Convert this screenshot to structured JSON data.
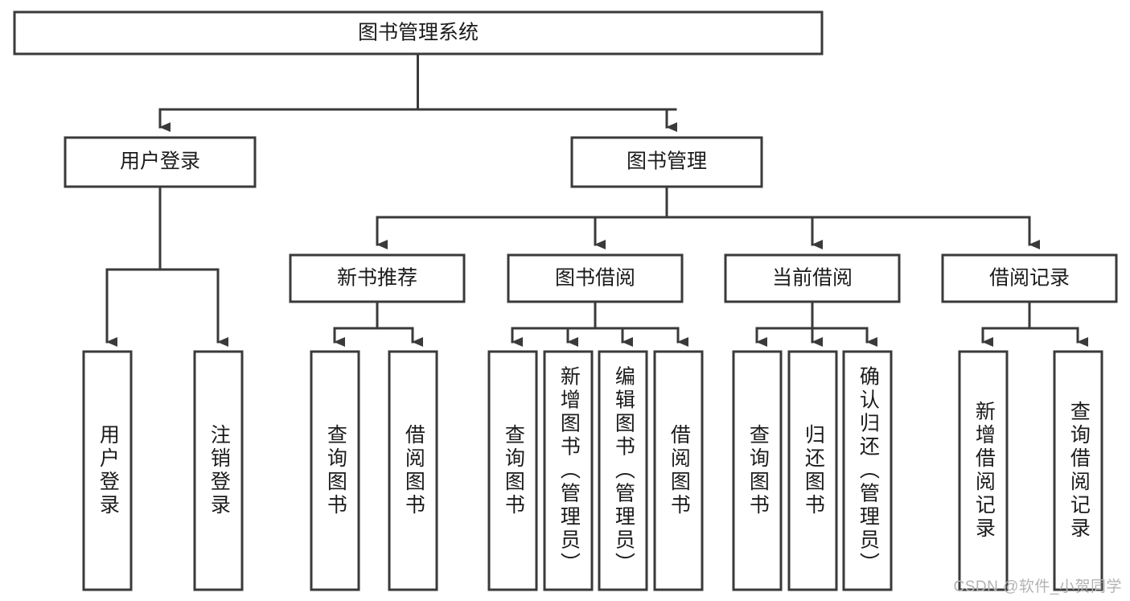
{
  "diagram": {
    "title": "图书管理系统",
    "type": "tree",
    "orientation": "top-down",
    "colors": {
      "stroke": "#3a3a3a",
      "fill": "#ffffff",
      "text": "#1b1b1b",
      "watermark": "#b3b3b3",
      "background": "#ffffff"
    },
    "nodes": {
      "root": {
        "label": "图书管理系统",
        "level": 0,
        "text_orientation": "horizontal"
      },
      "level2": [
        {
          "id": "user-login",
          "label": "用户登录",
          "text_orientation": "horizontal"
        },
        {
          "id": "book-management",
          "label": "图书管理",
          "text_orientation": "horizontal"
        }
      ],
      "level3": [
        {
          "id": "new-book-recommend",
          "label": "新书推荐",
          "parent": "book-management",
          "text_orientation": "horizontal"
        },
        {
          "id": "book-borrow",
          "label": "图书借阅",
          "parent": "book-management",
          "text_orientation": "horizontal"
        },
        {
          "id": "current-borrow",
          "label": "当前借阅",
          "parent": "book-management",
          "text_orientation": "horizontal"
        },
        {
          "id": "borrow-record",
          "label": "借阅记录",
          "parent": "book-management",
          "text_orientation": "horizontal"
        }
      ],
      "leaves": [
        {
          "id": "leaf-user-login",
          "label": "用户登录",
          "parent": "user-login",
          "text_orientation": "vertical"
        },
        {
          "id": "leaf-user-logout",
          "label": "注销登录",
          "parent": "user-login",
          "text_orientation": "vertical"
        },
        {
          "id": "leaf-query-book-1",
          "label": "查询图书",
          "parent": "new-book-recommend",
          "text_orientation": "vertical"
        },
        {
          "id": "leaf-borrow-book-1",
          "label": "借阅图书",
          "parent": "new-book-recommend",
          "text_orientation": "vertical"
        },
        {
          "id": "leaf-query-book-2",
          "label": "查询图书",
          "parent": "book-borrow",
          "text_orientation": "vertical"
        },
        {
          "id": "leaf-add-book",
          "label": "新增图书（管理员）",
          "parent": "book-borrow",
          "text_orientation": "vertical"
        },
        {
          "id": "leaf-edit-book",
          "label": "编辑图书（管理员）",
          "parent": "book-borrow",
          "text_orientation": "vertical"
        },
        {
          "id": "leaf-borrow-book-2",
          "label": "借阅图书",
          "parent": "book-borrow",
          "text_orientation": "vertical"
        },
        {
          "id": "leaf-query-book-3",
          "label": "查询图书",
          "parent": "current-borrow",
          "text_orientation": "vertical"
        },
        {
          "id": "leaf-return-book",
          "label": "归还图书",
          "parent": "current-borrow",
          "text_orientation": "vertical"
        },
        {
          "id": "leaf-confirm-return",
          "label": "确认归还（管理员）",
          "parent": "current-borrow",
          "text_orientation": "vertical"
        },
        {
          "id": "leaf-add-record",
          "label": "新增借阅记录",
          "parent": "borrow-record",
          "text_orientation": "vertical"
        },
        {
          "id": "leaf-query-record",
          "label": "查询借阅记录",
          "parent": "borrow-record",
          "text_orientation": "vertical"
        }
      ]
    }
  },
  "watermark": {
    "text": "CSDN @软件_小贺同学"
  }
}
